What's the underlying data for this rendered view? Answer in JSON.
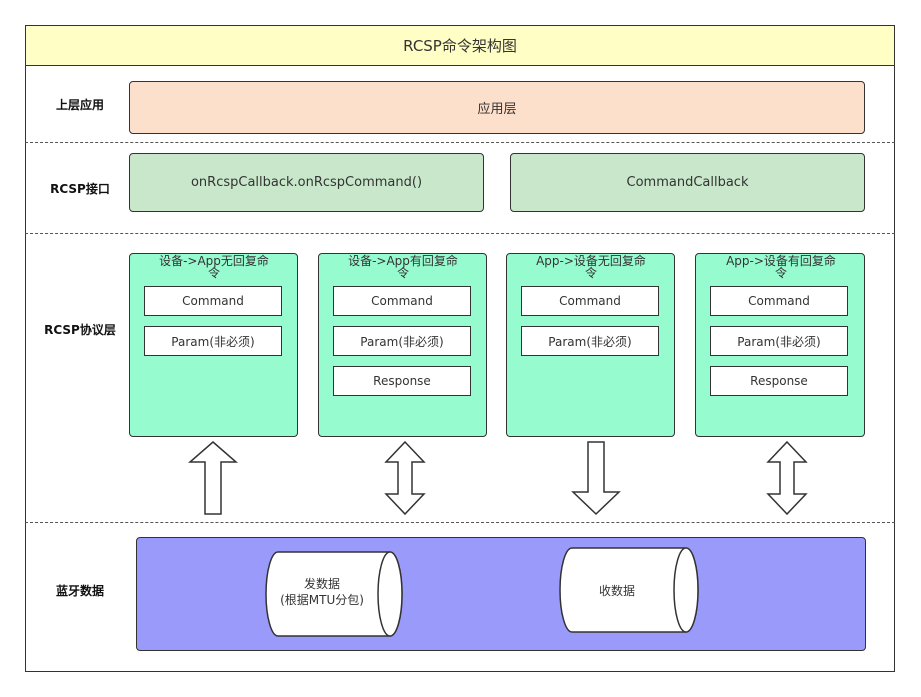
{
  "title": "RCSP命令架构图",
  "layers": {
    "app": {
      "label": "上层应用",
      "box": "应用层"
    },
    "api": {
      "label": "RCSP接口",
      "left_box": "onRcspCallback.onRcspCommand()",
      "right_box": "CommandCallback"
    },
    "protocol": {
      "label": "RCSP协议层",
      "columns": [
        {
          "title": "设备->App无回复命令",
          "items": [
            "Command",
            "Param(非必须)"
          ]
        },
        {
          "title": "设备->App有回复命令",
          "items": [
            "Command",
            "Param(非必须)",
            "Response"
          ]
        },
        {
          "title": "App->设备无回复命令",
          "items": [
            "Command",
            "Param(非必须)"
          ]
        },
        {
          "title": "App->设备有回复命令",
          "items": [
            "Command",
            "Param(非必须)",
            "Response"
          ]
        }
      ]
    },
    "bluetooth": {
      "label": "蓝牙数据",
      "send": "发数据\n(根据MTU分包)",
      "receive": "收数据"
    }
  },
  "arrows": [
    "up",
    "both",
    "down",
    "both"
  ],
  "colors": {
    "title_bg": "#ffffc5",
    "app_bg": "#fde0cb",
    "api_bg": "#c9e8cb",
    "protocol_bg": "#97fbd0",
    "bluetooth_bg": "#9a9afb"
  }
}
